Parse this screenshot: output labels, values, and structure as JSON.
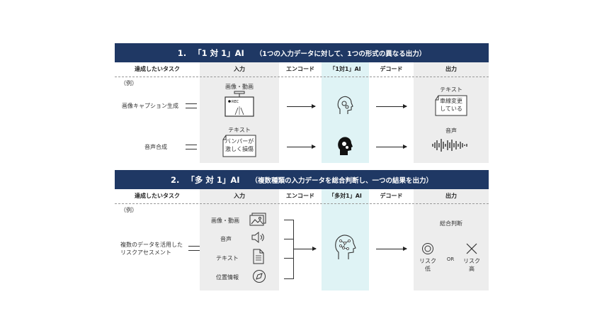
{
  "panel1": {
    "title_num": "1.",
    "title_main": "「1 対 1」AI",
    "title_sub": "（1つの入力データに対して、1つの形式の異なる出力）",
    "headers": {
      "task": "達成したいタスク",
      "input": "入力",
      "encode": "エンコード",
      "ai": "「1対1」AI",
      "decode": "デコード",
      "output": "出力"
    },
    "example": "（例）",
    "rows": [
      {
        "task": "画像キャプション生成",
        "input_label": "画像・動画",
        "input_badge": "● REC",
        "output_label": "テキスト",
        "output_doc": "車線変更している"
      },
      {
        "task": "音声合成",
        "input_label": "テキスト",
        "input_doc": "バンパーが激しく損傷",
        "output_label": "音声"
      }
    ],
    "doc1_line1": "車線変更",
    "doc1_line2": "している",
    "doc2_line1": "バンパーが",
    "doc2_line2": "激しく損傷"
  },
  "panel2": {
    "title_num": "2.",
    "title_main": "「多 対 1」AI",
    "title_sub": "（複数種類の入力データを総合判断し、一つの結果を出力）",
    "headers": {
      "task": "達成したいタスク",
      "input": "入力",
      "encode": "エンコード",
      "ai": "「多対1」AI",
      "decode": "デコード",
      "output": "出力"
    },
    "example": "（例）",
    "task_line1": "複数のデータを活用した",
    "task_line2": "リスクアセスメント",
    "inputs": [
      "画像・動画",
      "音声",
      "テキスト",
      "位置情報"
    ],
    "output_title": "総合判断",
    "risk_low": "リスク\n低",
    "or": "OR",
    "risk_high": "リスク\n高",
    "risk_low_1": "リスク",
    "risk_low_2": "低",
    "risk_high_1": "リスク",
    "risk_high_2": "高"
  },
  "icons": [
    "camera-icon",
    "head-gear-icon",
    "document-icon",
    "waveform-icon",
    "image-icon",
    "speaker-icon",
    "text-doc-icon",
    "compass-icon",
    "neural-head-icon",
    "circle-icon",
    "cross-icon"
  ],
  "colors": {
    "title_bar": "#1f3864",
    "gray_col": "#ededed",
    "ai_col": "#dff3f5"
  }
}
